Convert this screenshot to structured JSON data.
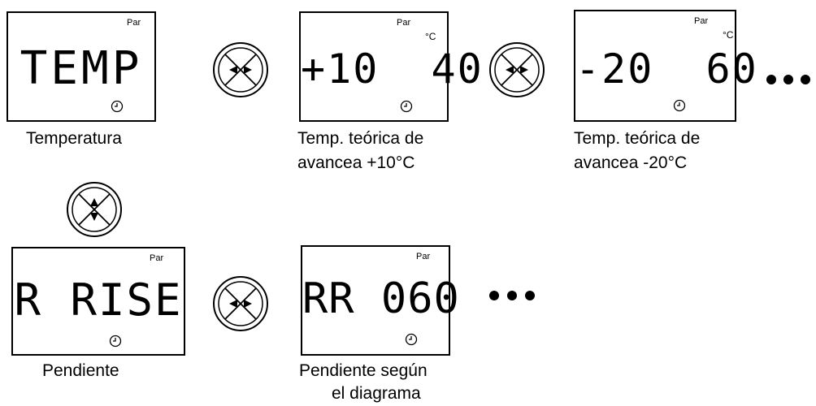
{
  "screens": [
    {
      "par_label": "Par",
      "display": "TEMP"
    },
    {
      "par_label": "Par",
      "unit": "°C",
      "display": "+10  40"
    },
    {
      "par_label": "Par",
      "unit": "°C",
      "display": "-20  60"
    },
    {
      "par_label": "Par",
      "display": "R RISE"
    },
    {
      "par_label": "Par",
      "display": "RR 060"
    }
  ],
  "captions": {
    "temperatura": "Temperatura",
    "temp_10_line1": "Temp. teórica de",
    "temp_10_line2": "avancea +10°C",
    "temp_20_line1": "Temp. teórica de",
    "temp_20_line2": "avancea -20°C",
    "pendiente": "Pendiente",
    "pendiente_diag_line1": "Pendiente según",
    "pendiente_diag_line2": "el diagrama"
  },
  "icons": {
    "nav": "four-way-navigation-pad-icon",
    "clock": "clock-icon",
    "more": "ellipsis-dots-icon"
  }
}
